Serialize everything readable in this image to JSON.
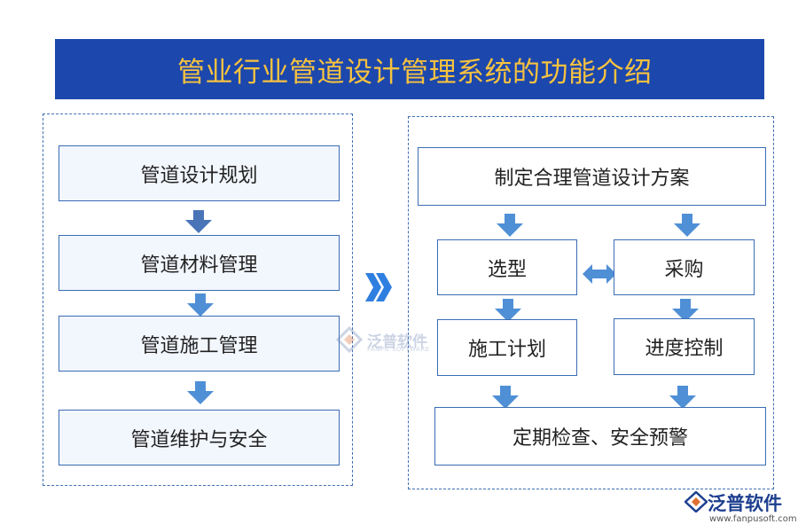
{
  "title": "管业行业管道设计管理系统的功能介绍",
  "left_steps": [
    "管道设计规划",
    "管道材料管理",
    "管道施工管理",
    "管道维护与安全"
  ],
  "right_flow": {
    "top": "制定合理管道设计方案",
    "select": "选型",
    "purchase": "采购",
    "construction_plan": "施工计划",
    "progress_control": "进度控制",
    "bottom": "定期检查、安全预警"
  },
  "watermark": {
    "name": "泛普软件",
    "sub": "FANPU SOFTWARE"
  },
  "logo": {
    "name": "泛普软件",
    "url": "www.fanpusoft.com"
  },
  "colors": {
    "title_bg": "#1c47ad",
    "title_text": "#f7c23f",
    "arrow": "#4f8fd6",
    "box_border": "#3a6cb5",
    "box_fill": "#f2f6fd"
  },
  "icons": [
    "down-arrow-icon",
    "double-chevron-right-icon",
    "double-headed-arrow-icon",
    "fanpu-logo-icon"
  ]
}
